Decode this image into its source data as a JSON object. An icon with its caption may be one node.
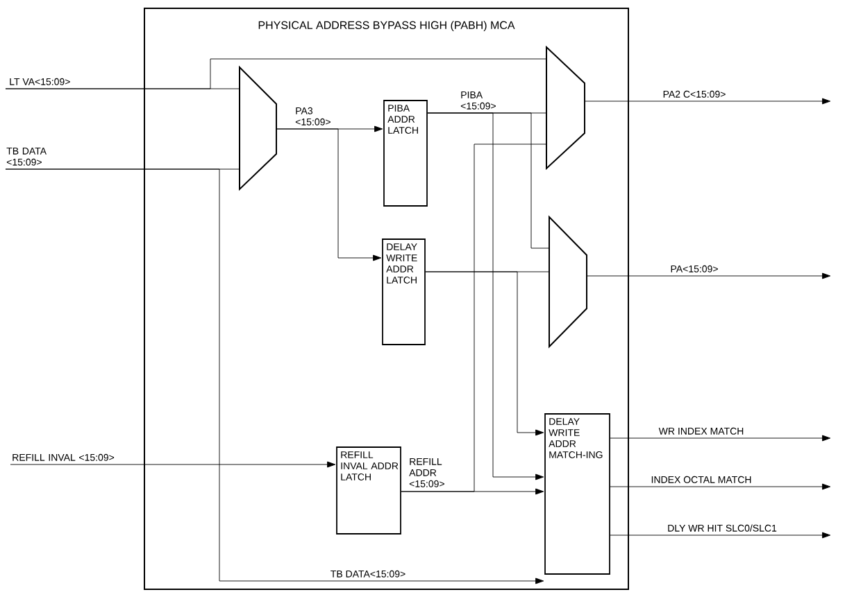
{
  "diagram": {
    "nodes": [
      {
        "text": [
          "PHYSICAL ADDRESS BYPASS HIGH (PABH) MCA"
        ]
      },
      {
        "text": [],
        "shape": "trapezoid",
        "in": 0
      },
      {
        "text": [
          "PIBA ADDR LATCH"
        ],
        "in": 0
      },
      {
        "text": [],
        "shape": "trapezoid",
        "in": 0
      },
      {
        "text": [
          "DELAY WRITE ADDR LATCH"
        ],
        "in": 0
      },
      {
        "text": [],
        "shape": "trapezoid",
        "in": 0
      },
      {
        "text": [
          "REFILL INVAL ADDR LATCH"
        ],
        "in": 0
      },
      {
        "text": [
          "DELAY WRITE ADDR MATCH-ING"
        ],
        "in": 0
      }
    ],
    "edges": [
      {
        "from": null,
        "to": 1,
        "arrow": "none",
        "label": "LT VA<15:09>"
      },
      {
        "from": null,
        "to": 3,
        "arrow": "none"
      },
      {
        "from": null,
        "to": 1,
        "arrow": "none",
        "label": "TB DATA <15:09>"
      },
      {
        "from": null,
        "to": 7,
        "arrow": "to",
        "label": "TB DATA<15:09>"
      },
      {
        "from": 1,
        "to": 2,
        "arrow": "to",
        "label": "PA3 <15:09>"
      },
      {
        "from": 1,
        "to": 4,
        "arrow": "to"
      },
      {
        "from": 2,
        "to": 3,
        "arrow": "none",
        "label": "PIBA <15:09>"
      },
      {
        "from": 2,
        "to": 7,
        "arrow": "to"
      },
      {
        "from": 2,
        "to": 5,
        "arrow": "none"
      },
      {
        "from": 4,
        "to": 5,
        "arrow": "none"
      },
      {
        "from": 4,
        "to": 7,
        "arrow": "to"
      },
      {
        "from": null,
        "to": 6,
        "arrow": "to",
        "label": "REFILL INVAL <15:09>"
      },
      {
        "from": 6,
        "to": 7,
        "arrow": "to",
        "label": "REFILL ADDR <15:09>"
      },
      {
        "from": 6,
        "to": 3,
        "arrow": "none"
      },
      {
        "from": 3,
        "to": null,
        "arrow": "to",
        "label": "PA2 C<15:09>"
      },
      {
        "from": 5,
        "to": null,
        "arrow": "to",
        "label": "PA<15:09>"
      },
      {
        "from": 7,
        "to": null,
        "arrow": "to",
        "label": "WR INDEX MATCH"
      },
      {
        "from": 7,
        "to": null,
        "arrow": "to",
        "label": "INDEX OCTAL MATCH"
      },
      {
        "from": 7,
        "to": null,
        "arrow": "to",
        "label": "DLY WR HIT SLC0/SLC1"
      }
    ]
  }
}
